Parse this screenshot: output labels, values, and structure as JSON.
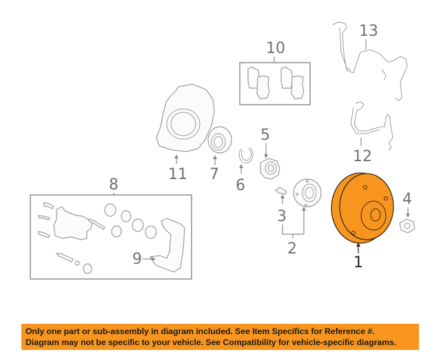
{
  "diagram": {
    "title": "Front brake assembly exploded diagram",
    "highlight_color": "#f7951f",
    "callouts": [
      {
        "id": "1",
        "label": "1",
        "part": "brake-rotor",
        "highlighted": true
      },
      {
        "id": "2",
        "label": "2",
        "part": "hub-assembly"
      },
      {
        "id": "3",
        "label": "3",
        "part": "hub-bolt"
      },
      {
        "id": "4",
        "label": "4",
        "part": "axle-nut"
      },
      {
        "id": "5",
        "label": "5",
        "part": "wheel-bearing"
      },
      {
        "id": "6",
        "label": "6",
        "part": "snap-ring"
      },
      {
        "id": "7",
        "label": "7",
        "part": "dust-seal"
      },
      {
        "id": "8",
        "label": "8",
        "part": "caliper-assembly-kit"
      },
      {
        "id": "9",
        "label": "9",
        "part": "caliper-bracket"
      },
      {
        "id": "10",
        "label": "10",
        "part": "brake-pads"
      },
      {
        "id": "11",
        "label": "11",
        "part": "splash-shield"
      },
      {
        "id": "12",
        "label": "12",
        "part": "brake-hose"
      },
      {
        "id": "13",
        "label": "13",
        "part": "abs-sensor"
      }
    ]
  },
  "banner": {
    "line1": "Only one part or sub-assembly in diagram included. See Item Specifics for Reference #.",
    "line2": "Diagram may not be specific to your vehicle. See Compatibility for vehicle-specific diagrams.",
    "background": "#f7951f"
  }
}
